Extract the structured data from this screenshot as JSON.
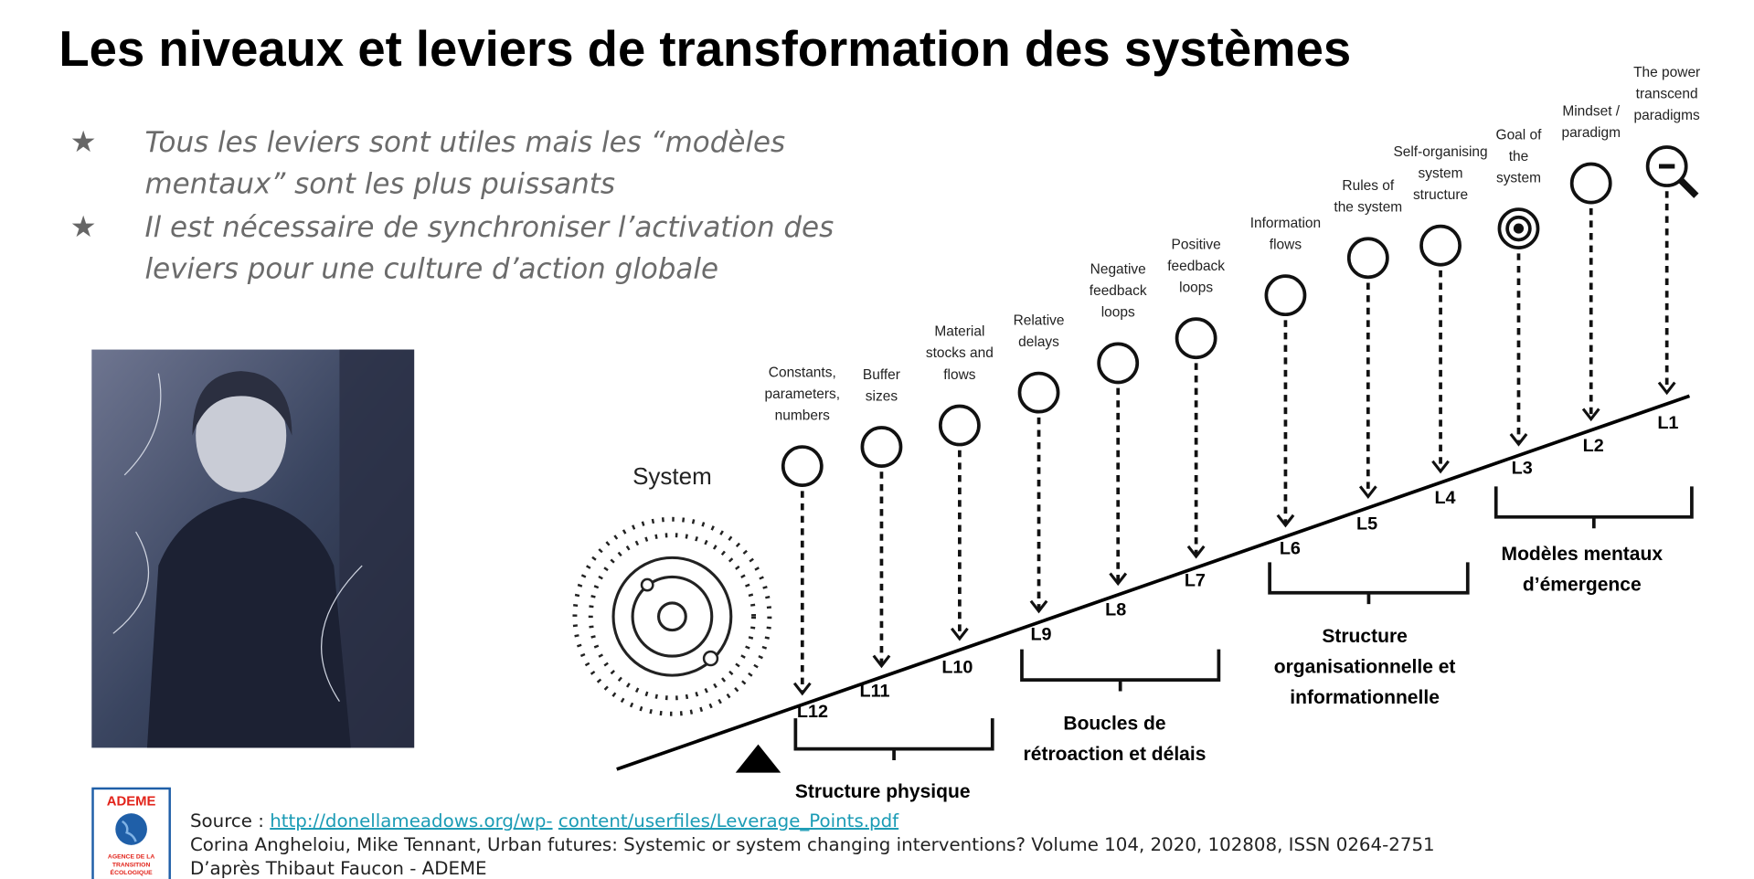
{
  "title": "Les niveaux et leviers de transformation des systèmes",
  "bullets": [
    {
      "icon": "star-icon",
      "lines": [
        "Tous les leviers sont utiles mais les “modèles",
        "mentaux” sont les plus puissants"
      ]
    },
    {
      "icon": "star-icon",
      "lines": [
        "Il est nécessaire de synchroniser l’activation des",
        "leviers pour une culture d’action globale"
      ]
    }
  ],
  "diagram": {
    "system_label": "System",
    "levels": [
      {
        "code": "L12",
        "lines": [
          "Constants,",
          "parameters,",
          "numbers"
        ],
        "icon": "sliders-icon"
      },
      {
        "code": "L11",
        "lines": [
          "Buffer",
          "sizes"
        ],
        "icon": "burst-icon"
      },
      {
        "code": "L10",
        "lines": [
          "Material",
          "stocks and",
          "flows"
        ],
        "icon": "flow-icon"
      },
      {
        "code": "L9",
        "lines": [
          "Relative",
          "delays"
        ],
        "icon": "hourglass-icon"
      },
      {
        "code": "L8",
        "lines": [
          "Negative",
          "feedback",
          "loops"
        ],
        "icon": "negative-loop-icon"
      },
      {
        "code": "L7",
        "lines": [
          "Positive",
          "feedback",
          "loops"
        ],
        "icon": "positive-loop-icon"
      },
      {
        "code": "L6",
        "lines": [
          "Information",
          "flows"
        ],
        "icon": "org-chart-icon"
      },
      {
        "code": "L5",
        "lines": [
          "Rules of",
          "the system"
        ],
        "icon": "rules-icon"
      },
      {
        "code": "L4",
        "lines": [
          "Self-organising",
          "system",
          "structure"
        ],
        "icon": "network-icon"
      },
      {
        "code": "L3",
        "lines": [
          "Goal of",
          "the",
          "system"
        ],
        "icon": "target-icon"
      },
      {
        "code": "L2",
        "lines": [
          "Mindset /",
          "paradigm"
        ],
        "icon": "head-icon"
      },
      {
        "code": "L1",
        "lines": [
          "The power",
          "transcend",
          "paradigms"
        ],
        "icon": "magnifier-icon"
      }
    ],
    "groups": [
      {
        "lines": [
          "Structure physique"
        ]
      },
      {
        "lines": [
          "Boucles de",
          "rétroaction et délais"
        ]
      },
      {
        "lines": [
          "Structure",
          "organisationnelle et",
          "informationnelle"
        ]
      },
      {
        "lines": [
          "Modèles mentaux",
          "d’émergence"
        ]
      }
    ]
  },
  "logo": {
    "name": "ADEME",
    "subtitle": [
      "AGENCE DE LA",
      "TRANSITION",
      "ÉCOLOGIQUE"
    ]
  },
  "footer": {
    "source_prefix": "Source : ",
    "link1": "http://donellameadows.org/wp-",
    "link2": "content/userfiles/Leverage_Points.pdf",
    "citation": "Corina Angheloiu, Mike Tennant, Urban futures: Systemic or system changing interventions?  Volume 104, 2020, 102808, ISSN 0264-2751",
    "credit": "D’après Thibaut Faucon - ADEME"
  },
  "colors": {
    "link": "#1a9bb5",
    "logo_red": "#e2231a",
    "logo_blue": "#1f5fa8",
    "photo": "#3a4560"
  }
}
